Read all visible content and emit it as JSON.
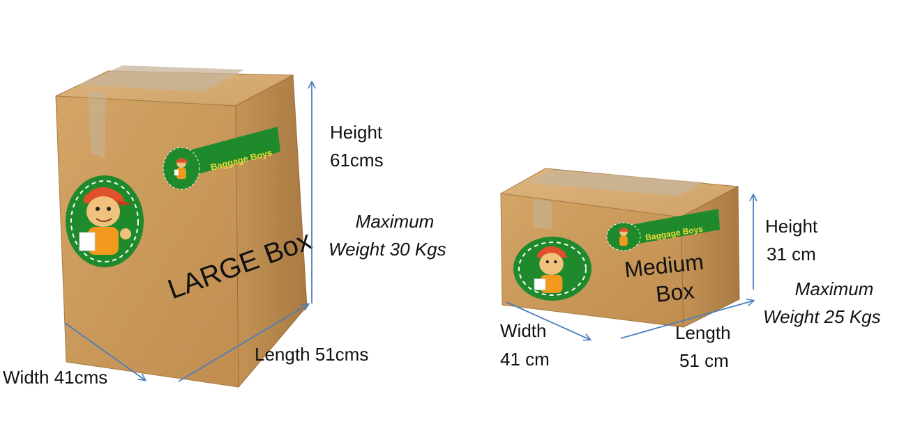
{
  "large_box": {
    "sticker_text": "Baggage Boys",
    "box_label": "LARGE Box",
    "height_label": "Height",
    "height_value": "61cms",
    "weight_line1": "Maximum",
    "weight_line2": "Weight 30 Kgs",
    "length_label": "Length 51cms",
    "width_label": "Width 41cms"
  },
  "medium_box": {
    "sticker_text": "Baggage Boys",
    "box_label_line1": "Medium",
    "box_label_line2": "Box",
    "height_label": "Height",
    "height_value": "31 cm",
    "weight_line1": "Maximum",
    "weight_line2": "Weight 25 Kgs",
    "width_label": "Width",
    "width_value": "41 cm",
    "length_label": "Length",
    "length_value": "51 cm"
  },
  "colors": {
    "arrow": "#4a7ebb",
    "cardboard_front": "#c9995b",
    "cardboard_side": "#b5844a",
    "cardboard_top": "#d7ad74",
    "sticker_green": "#1f8a2c",
    "sticker_text": "#f2d83a",
    "tape": "#c7b49a"
  },
  "icons": [
    "arrow-icon",
    "mascot-icon"
  ]
}
